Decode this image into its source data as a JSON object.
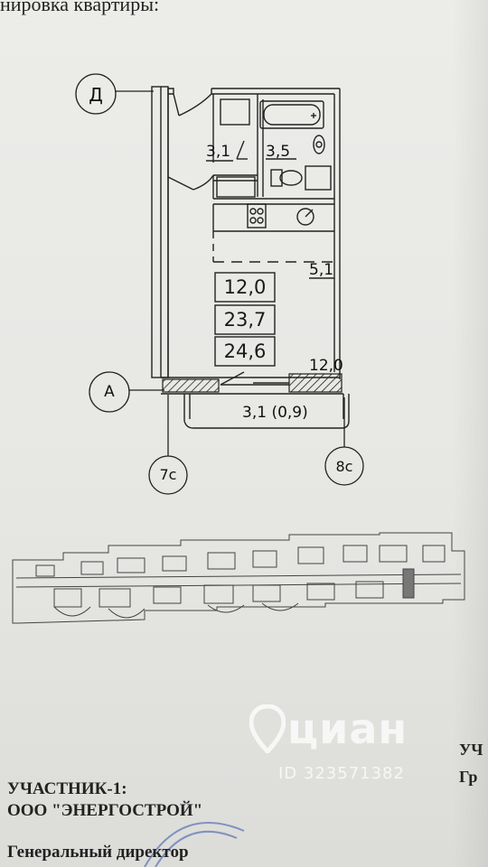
{
  "document": {
    "header_fragment": "нировка квартиры:",
    "axes": {
      "d": "Д",
      "a": "А",
      "c7": "7с",
      "c8": "8с"
    },
    "rooms": {
      "corridor": "3,1",
      "bathroom": "3,5",
      "kitchen": "5,1",
      "balcony_wall": "12,0",
      "balcony": "3,1 (0,9)"
    },
    "area_box": [
      "12,0",
      "23,7",
      "24,6"
    ],
    "participant": {
      "line1": "УЧАСТНИК-1:",
      "line2": "ООО \"ЭНЕРГОСТРОЙ\"",
      "line3": "Генеральный директор"
    },
    "right_fragment": {
      "line1": "УЧ",
      "line2": "Гр"
    },
    "watermark": {
      "brand": "циан",
      "id": "ID 323571382"
    }
  }
}
